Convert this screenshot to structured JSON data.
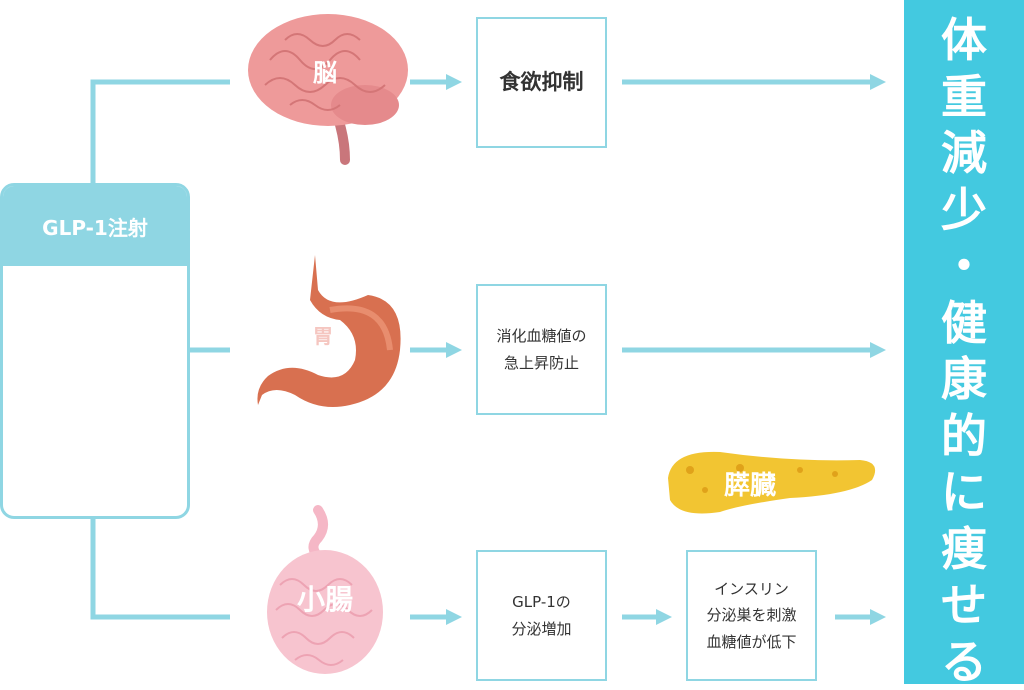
{
  "source": {
    "label": "GLP-1注射"
  },
  "organs": {
    "brain": {
      "label": "脳"
    },
    "stomach": {
      "label": "胃"
    },
    "intestine": {
      "label": "小腸"
    },
    "pancreas": {
      "label": "膵臓"
    }
  },
  "effects": {
    "appetite": "食欲抑制",
    "blood_sugar": "消化血糖値の\n急上昇防止",
    "glp1": "GLP-1の\n分泌増加",
    "insulin": "インスリン\n分泌巣を刺激\n血糖値が低下"
  },
  "outcome": {
    "label": "体\n重\n減\n少\n・\n健\n康\n的\nに\n痩\nせ\nる"
  },
  "colors": {
    "line": "#8fd6e3",
    "banner": "#43c9e0"
  }
}
